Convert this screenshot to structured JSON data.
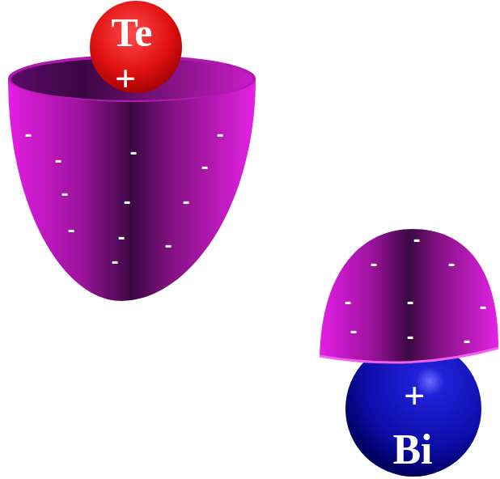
{
  "diagram": {
    "nodes": [
      {
        "text": [
          "-",
          "-",
          "-",
          "-",
          "-",
          "-",
          "-",
          "-",
          "-",
          "-",
          "-",
          "-"
        ]
      },
      {
        "text": [
          "Te",
          "+"
        ]
      },
      {
        "text": [
          "-",
          "-",
          "-",
          "-",
          "-",
          "-",
          "-",
          "-",
          "-"
        ]
      },
      {
        "text": [
          "+",
          "Bi"
        ]
      }
    ]
  }
}
